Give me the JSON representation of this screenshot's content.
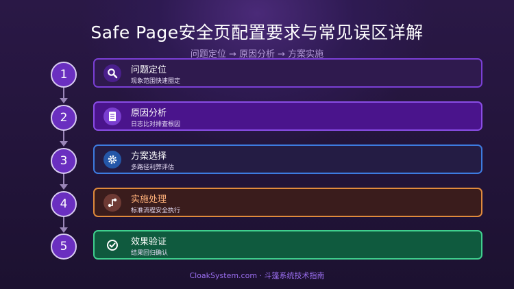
{
  "title": "Safe Page安全页配置要求与常见误区详解",
  "subtitle": "问题定位 → 原因分析 → 方案实施",
  "steps": [
    {
      "number": "1",
      "title": "问题定位",
      "desc": "现象范围快速圈定",
      "icon": "search-icon",
      "bg": "#2f1a4e",
      "border": "#7b3fd6",
      "icon_bg": "#4a1f8c",
      "title_color": "#ffffff"
    },
    {
      "number": "2",
      "title": "原因分析",
      "desc": "日志比对排查根因",
      "icon": "document-icon",
      "bg": "#4a148c",
      "border": "#8a4de6",
      "icon_bg": "#7a3ed0",
      "title_color": "#ffffff"
    },
    {
      "number": "3",
      "title": "方案选择",
      "desc": "多路径利弊评估",
      "icon": "gear-icon",
      "bg": "#241c44",
      "border": "#3d7be0",
      "icon_bg": "#2457a8",
      "title_color": "#ffffff"
    },
    {
      "number": "4",
      "title": "实施处理",
      "desc": "标准流程安全执行",
      "icon": "workflow-icon",
      "bg": "#3a1c1c",
      "border": "#e08a3c",
      "icon_bg": "#6e3a34",
      "title_color": "#ffb07a"
    },
    {
      "number": "5",
      "title": "效果验证",
      "desc": "结果回归确认",
      "icon": "check-circle-icon",
      "bg": "#0f5a3e",
      "border": "#3fcf8e",
      "icon_bg": "#0f5a3e",
      "title_color": "#ffffff"
    }
  ],
  "footer": "CloakSystem.com · 斗篷系统技术指南"
}
